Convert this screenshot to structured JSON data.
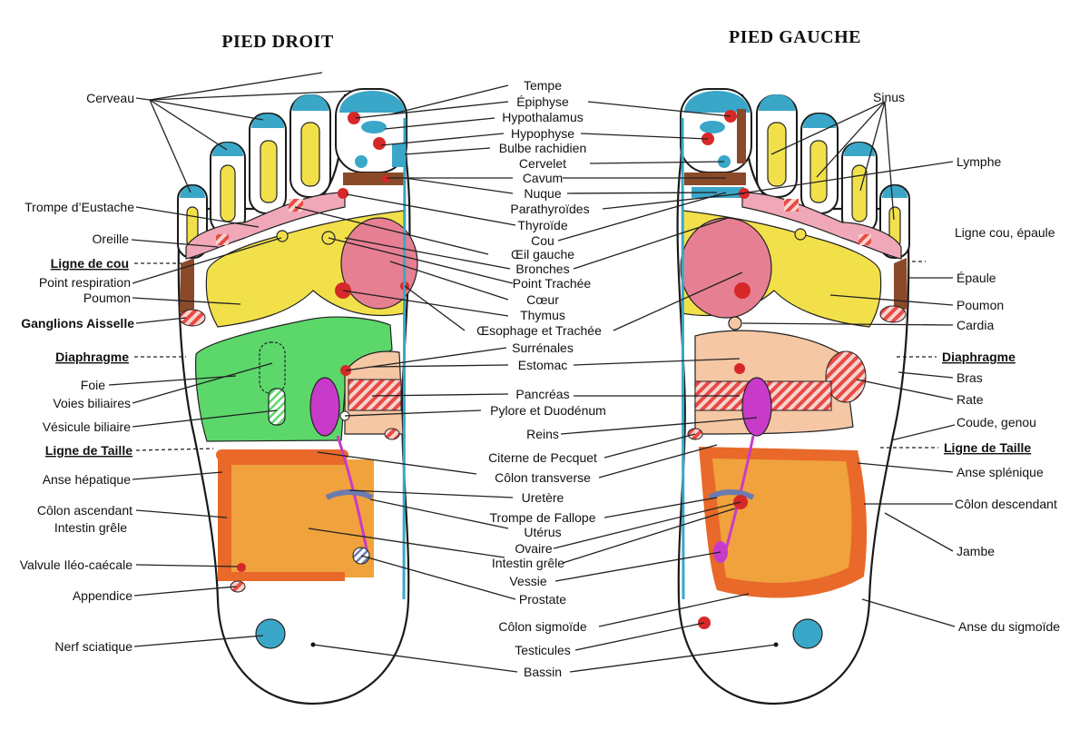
{
  "titles": {
    "right_foot": "PIED DROIT",
    "left_foot": "PIED GAUCHE"
  },
  "colors": {
    "blue": "#3aa7c8",
    "yellow": "#f2e04a",
    "pink": "#f0a8b8",
    "rose": "#e77f92",
    "green": "#5cd86b",
    "orange": "#e8692a",
    "orange_fill": "#f0a23c",
    "peach": "#f5c7a4",
    "magenta": "#c83bc8",
    "red": "#d62828",
    "brown": "#8a4a2a",
    "stripe": "#e94a45"
  },
  "labels": {
    "cerveau": "Cerveau",
    "trompe_eustache": "Trompe d’Eustache",
    "oreille": "Oreille",
    "ligne_cou": "Ligne de cou",
    "point_respiration": "Point respiration",
    "poumon_r": "Poumon",
    "ganglions": "Ganglions Aisselle",
    "diaphragme_r": "Diaphragme",
    "foie": "Foie",
    "voies_biliaires": "Voies biliaires",
    "vesicule": "Vésicule biliaire",
    "ligne_taille_r": "Ligne de Taille",
    "anse_hepatique": "Anse hépatique",
    "colon_ascendant": "Côlon ascendant",
    "intestin_grele_r": "Intestin grêle",
    "valvule": "Valvule Iléo-caécale",
    "appendice": "Appendice",
    "nerf_sciatique": "Nerf sciatique",
    "tempe": "Tempe",
    "epiphyse": "Épiphyse",
    "hypothalamus": "Hypothalamus",
    "hypophyse": "Hypophyse",
    "bulbe": "Bulbe rachidien",
    "cervelet": "Cervelet",
    "cavum": "Cavum",
    "nuque": "Nuque",
    "parathyroides": "Parathyroïdes",
    "thyroide": "Thyroïde",
    "cou": "Cou",
    "oeil_gauche": "Œil gauche",
    "bronches": "Bronches",
    "point_trachee": "Point Trachée",
    "coeur": "Cœur",
    "thymus": "Thymus",
    "oesophage": "Œsophage et Trachée",
    "surrenales": "Surrénales",
    "estomac": "Estomac",
    "pancreas": "Pancréas",
    "pylore": "Pylore et Duodénum",
    "reins": "Reins",
    "citerne": "Citerne de Pecquet",
    "colon_transverse": "Côlon transverse",
    "uretere": "Uretère",
    "trompe_fallope": "Trompe  de Fallope",
    "uterus": "Utérus",
    "ovaire": "Ovaire",
    "intestin_grele_c": "Intestin grêle",
    "vessie": "Vessie",
    "prostate": "Prostate",
    "colon_sigmoide": "Côlon sigmoïde",
    "testicules": "Testicules",
    "bassin": "Bassin",
    "sinus": "Sinus",
    "lymphe": "Lymphe",
    "ligne_cou_epaule": "Ligne cou, épaule",
    "epaule": "Épaule",
    "poumon_l": "Poumon",
    "cardia": "Cardia",
    "diaphragme_l": "Diaphragme",
    "bras": "Bras",
    "rate": "Rate",
    "coude_genou": "Coude, genou",
    "ligne_taille_l": "Ligne de Taille",
    "anse_splenique": "Anse splénique",
    "colon_descendant": "Côlon descendant",
    "jambe": "Jambe",
    "anse_sigmoide": "Anse du sigmoïde"
  }
}
